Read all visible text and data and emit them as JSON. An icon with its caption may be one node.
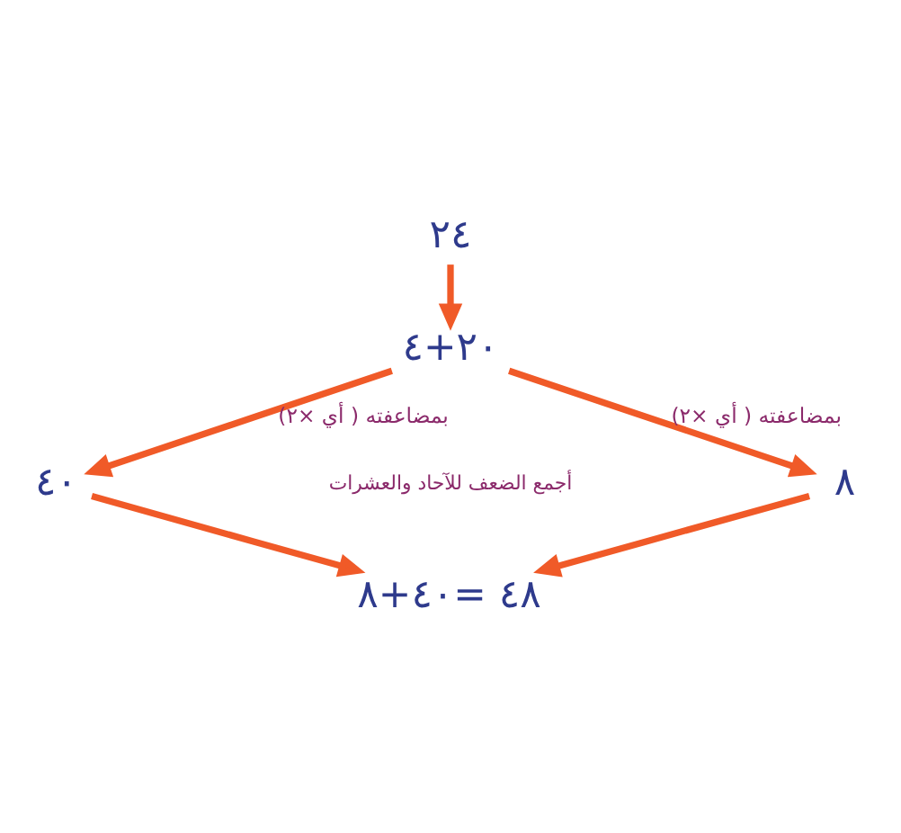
{
  "diagram": {
    "nodes": [
      {
        "text": [
          "٢٤"
        ]
      },
      {
        "text": [
          "٢٠+٤"
        ]
      },
      {
        "text": [
          "٤٠"
        ]
      },
      {
        "text": [
          "٨"
        ]
      },
      {
        "text": [
          "٤٨ =٤٠+٨"
        ]
      }
    ],
    "edges": [
      {
        "from": 0,
        "to": 1,
        "arrow": "to"
      },
      {
        "from": 1,
        "to": 2,
        "arrow": "to",
        "label": "بمضاعفته ( أي ×٢)"
      },
      {
        "from": 1,
        "to": 3,
        "arrow": "to",
        "label": "بمضاعفته ( أي ×٢)"
      },
      {
        "from": 2,
        "to": 4,
        "arrow": "to"
      },
      {
        "from": 3,
        "to": 4,
        "arrow": "to"
      }
    ],
    "labels": [
      "أجمع الضعف للآحاد والعشرات"
    ]
  }
}
